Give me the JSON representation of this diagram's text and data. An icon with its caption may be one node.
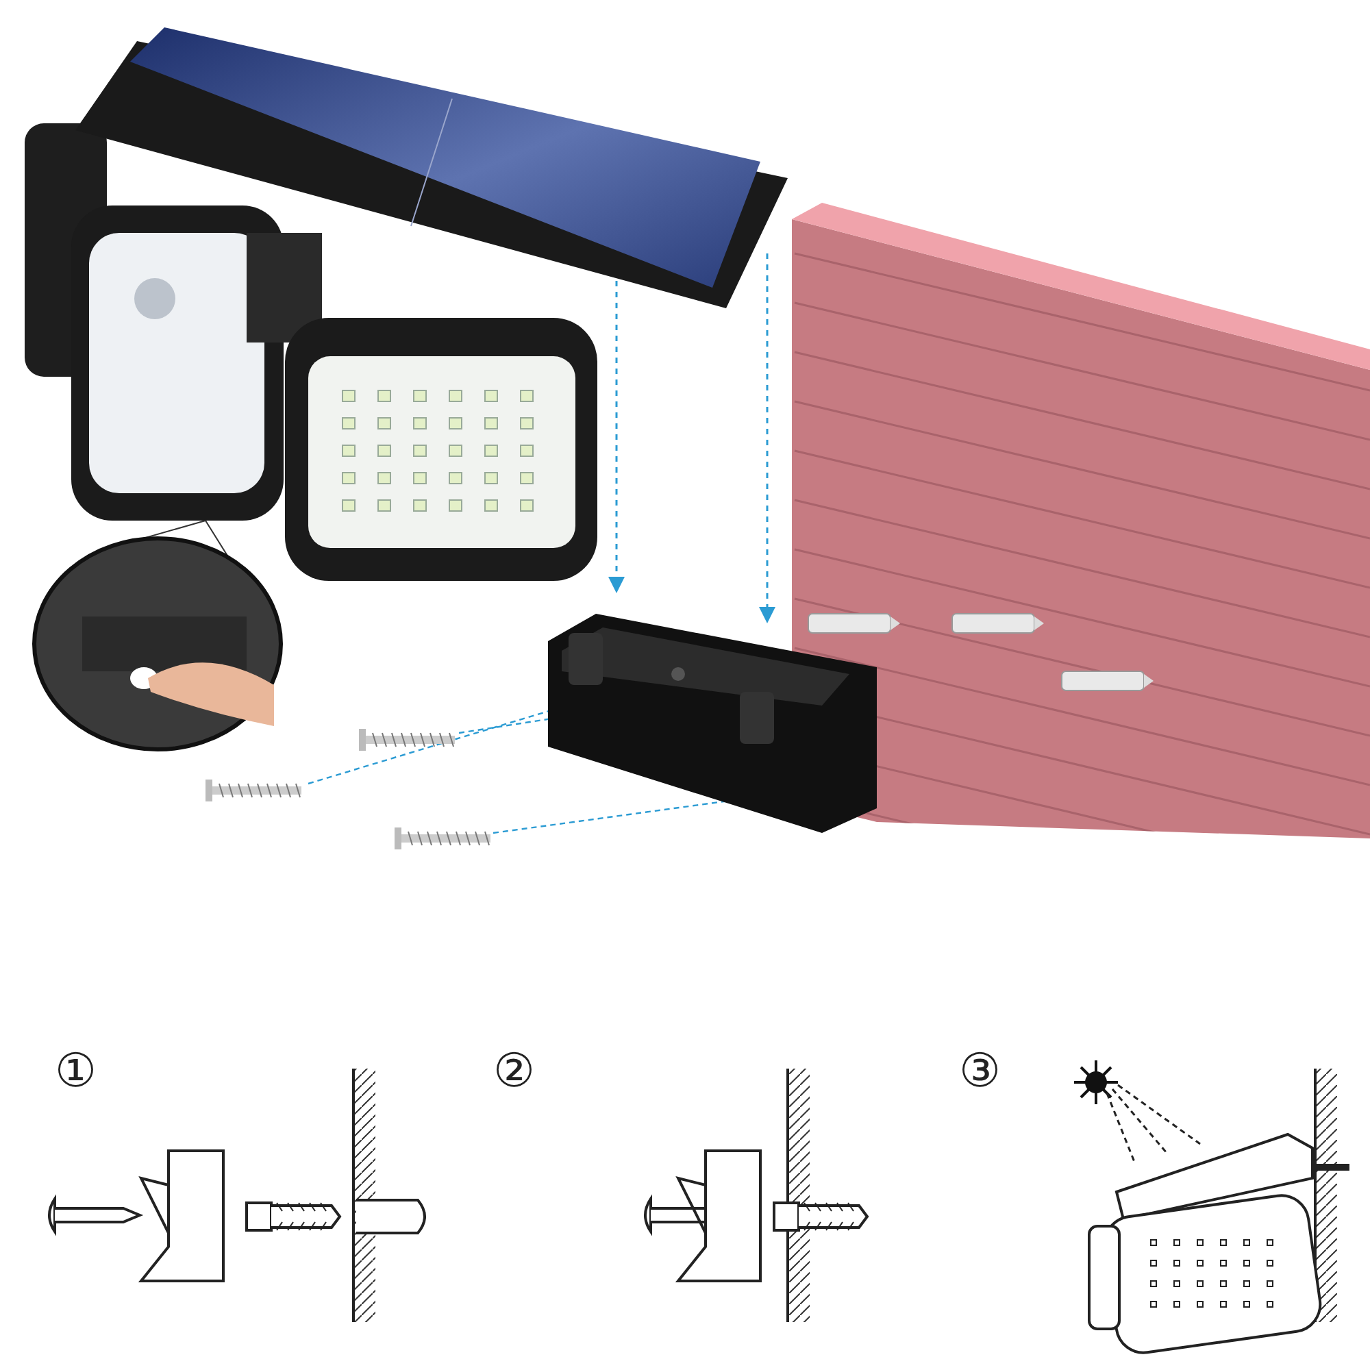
{
  "diagram": {
    "labels": [
      "①",
      "②",
      "③"
    ]
  }
}
